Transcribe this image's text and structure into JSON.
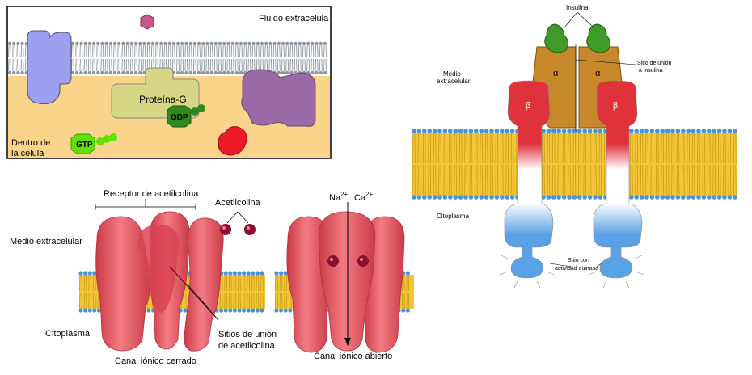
{
  "panel_gprotein": {
    "label_outside": "Fluido extracelula",
    "label_inside_line1": "Dentro de",
    "label_inside_line2": "la célula",
    "protein_label": "Proteína-G",
    "gdp_label": "GDP",
    "gtp_label": "GTP"
  },
  "panel_achr": {
    "receptor_label": "Receptor de acetilcolina",
    "ligand_label": "Acetilcolina",
    "outside_label": "Medio extracelular",
    "inside_label": "Citoplasma",
    "binding_sites_line1": "Sitios de unión",
    "binding_sites_line2": "de acetilcolina",
    "closed_label": "Canal iónico cerrado",
    "open_label": "Canal iónico abierto",
    "ion_na": "Na",
    "ion_ca": "Ca",
    "ion_charge": "2+"
  },
  "panel_insulin": {
    "insulin_label": "Insulina",
    "binding_site_line1": "Sitio de unión",
    "binding_site_line2": "a insulina",
    "outside_line1": "Medio",
    "outside_line2": "extracelular",
    "inside_label": "Citoplasma",
    "alpha": "α",
    "beta": "β",
    "kinase_line1": "Sitio con",
    "kinase_line2": "actividad quinasa"
  },
  "colors": {
    "outline": "#000000",
    "cytoplasm": "#f9d48a",
    "extracellular": "#ffffff",
    "lipid_head": "#4a92d6",
    "lipid_tail": "#f3c63a",
    "lipid_gray": "#9aa1a8",
    "receptor_blue": "#9d9ff0",
    "gprotein": "#d6d684",
    "gdp": "#2f8a1e",
    "gtp": "#62e000",
    "purple_protein": "#9a6aa6",
    "ligand_pink": "#c9588a",
    "ligand_red": "#ee1a2a",
    "achr_red": "#e6525c",
    "ach_ball": "#8a1030",
    "insulin_green": "#3f9a2a",
    "alpha_brown": "#c7882a",
    "beta_red": "#e0323a",
    "kinase_blue": "#5aa2e6"
  }
}
